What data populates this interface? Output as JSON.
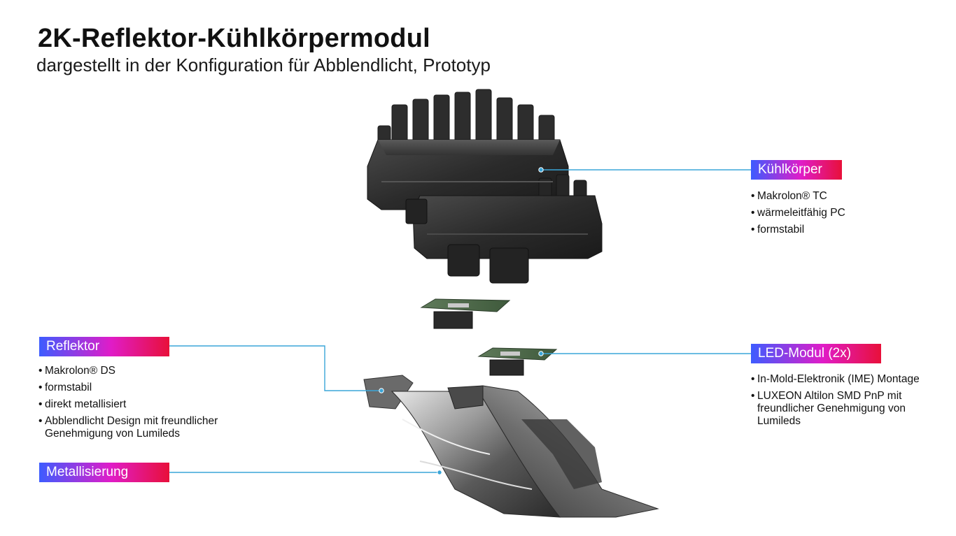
{
  "header": {
    "title": "2K-Reflektor-Kühlkörpermodul",
    "subtitle": "dargestellt in der Konfiguration für Abblendlicht, Prototyp"
  },
  "colors": {
    "tag_gradient_start": "#3d5cff",
    "tag_gradient_mid": "#e01cc8",
    "tag_gradient_end": "#e8103a",
    "leader_line": "#3aa5d8"
  },
  "callouts": {
    "kuehlkoerper": {
      "label": "Kühlkörper",
      "bullets": [
        "Makrolon® TC",
        "wärmeleitfähig PC",
        "formstabil"
      ]
    },
    "reflektor": {
      "label": "Reflektor",
      "bullets": [
        "Makrolon® DS",
        "formstabil",
        "direkt metallisiert",
        "Abblendlicht Design mit freundlicher Genehmigung von Lumileds"
      ]
    },
    "led_modul": {
      "label": "LED-Modul (2x)",
      "bullets": [
        "In-Mold-Elektronik (IME) Montage",
        "LUXEON Altilon SMD PnP mit freundlicher Genehmigung von Lumileds"
      ]
    },
    "metallisierung": {
      "label": "Metallisierung"
    }
  }
}
